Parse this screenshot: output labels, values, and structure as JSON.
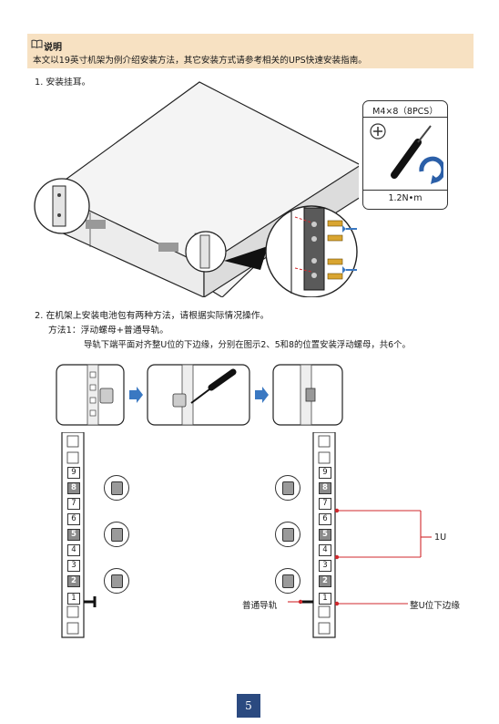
{
  "note": {
    "title": "说明",
    "text": "本文以19英寸机架为例介绍安装方法，其它安装方式请参考相关的UPS快速安装指南。"
  },
  "steps": {
    "step1": "1. 安装挂耳。",
    "step2": "2. 在机架上安装电池包有两种方法，请根据实际情况操作。",
    "method1": "方法1：浮动螺母+普通导轨。",
    "method1_detail": "导轨下端平面对齐整U位的下边缘，分别在图示2、5和8的位置安装浮动螺母，共6个。"
  },
  "spec": {
    "screw": "M4×8（8PCS）",
    "torque": "1.2N•m"
  },
  "rail": {
    "left_numbers": [
      "9",
      "8",
      "7",
      "6",
      "5",
      "4",
      "3",
      "2",
      "1"
    ],
    "right_numbers": [
      "9",
      "8",
      "7",
      "6",
      "5",
      "4",
      "3",
      "2",
      "1"
    ],
    "highlighted": [
      "8",
      "5",
      "2"
    ]
  },
  "labels": {
    "one_u": "1U",
    "rail_label": "普通导轨",
    "edge_label": "整U位下边缘"
  },
  "colors": {
    "note_bg": "#f7e1c2",
    "page_badge": "#2b4a80",
    "annotation_red": "#d0282c",
    "arrow_blue": "#3a78c2"
  },
  "page": {
    "number": "5"
  }
}
